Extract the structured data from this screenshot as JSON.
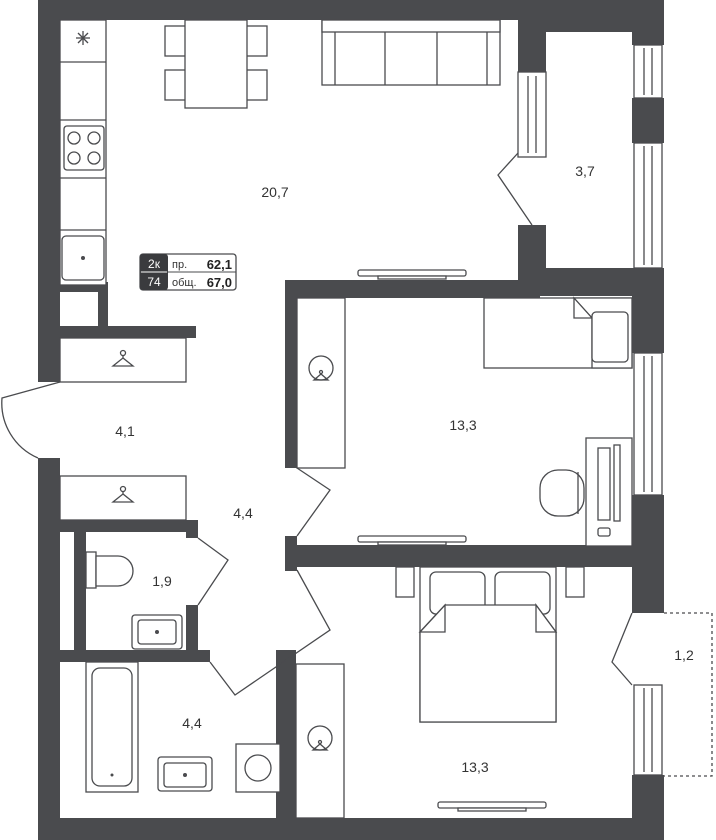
{
  "apartment": {
    "rooms_label": "2к",
    "number": "74",
    "living_label": "пр.",
    "living_value": "62,1",
    "total_label": "общ.",
    "total_value": "67,0"
  },
  "rooms": {
    "kitchen_living": "20,7",
    "storage": "3,7",
    "entrance": "4,1",
    "hall": "4,4",
    "wc": "1,9",
    "bathroom": "4,4",
    "bedroom_1": "13,3",
    "bedroom_2": "13,3",
    "balcony": "1,2"
  },
  "colors": {
    "wall": "#4a4b4e",
    "badge": "#3a3b3e"
  }
}
